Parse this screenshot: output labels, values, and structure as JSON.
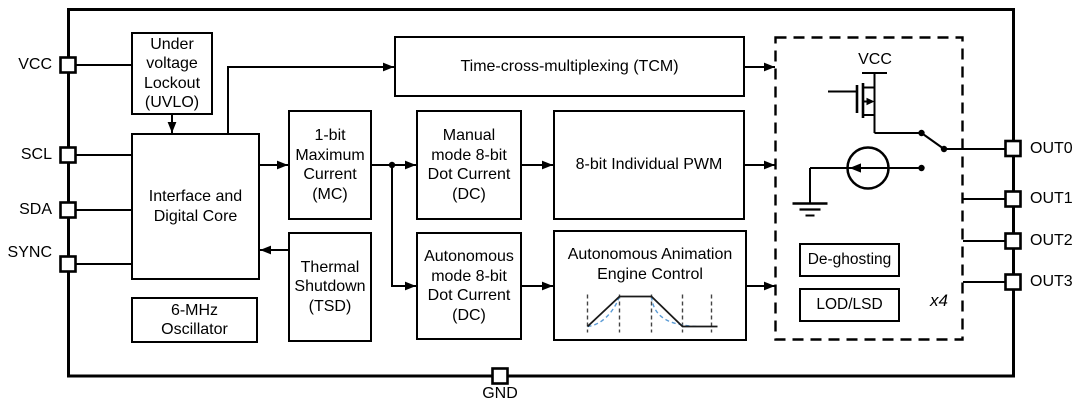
{
  "pins": {
    "left": [
      {
        "label": "VCC"
      },
      {
        "label": "SCL"
      },
      {
        "label": "SDA"
      },
      {
        "label": "SYNC"
      }
    ],
    "right": [
      {
        "label": "OUT0"
      },
      {
        "label": "OUT1"
      },
      {
        "label": "OUT2"
      },
      {
        "label": "OUT3"
      }
    ],
    "bottom": {
      "label": "GND"
    }
  },
  "blocks": {
    "uvlo": {
      "label": "Under\nvoltage\nLockout\n(UVLO)"
    },
    "interface_core": {
      "label": "Interface and\nDigital Core"
    },
    "oscillator": {
      "label": "6-MHz\nOscillator"
    },
    "max_current": {
      "label": "1-bit\nMaximum\nCurrent\n(MC)"
    },
    "thermal_shutdown": {
      "label": "Thermal\nShutdown\n(TSD)"
    },
    "tcm": {
      "label": "Time-cross-multiplexing (TCM)"
    },
    "manual_dc": {
      "label": "Manual\nmode 8-bit\nDot Current\n(DC)"
    },
    "individual_pwm": {
      "label": "8-bit Individual PWM"
    },
    "autonomous_dc": {
      "label": "Autonomous\nmode 8-bit\nDot Current\n(DC)"
    },
    "animation_engine": {
      "label": "Autonomous Animation\nEngine Control"
    },
    "deghosting": {
      "label": "De-ghosting"
    },
    "lod_lsd": {
      "label": "LOD/LSD"
    }
  },
  "output_stage": {
    "supply_label": "VCC",
    "channel_multiplier": "x4"
  },
  "colors": {
    "line": "#000000",
    "background": "#ffffff",
    "waveform_curve": "#5b9bd5",
    "waveform_gridline": "#444444"
  }
}
